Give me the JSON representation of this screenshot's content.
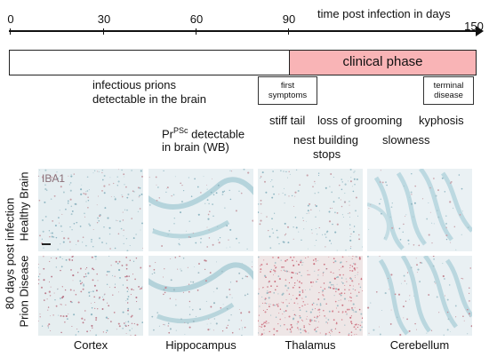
{
  "timeline": {
    "axis_title": "time post infection in days",
    "ticks": [
      "0",
      "30",
      "60",
      "90",
      "150"
    ]
  },
  "phases": {
    "clinical": "clinical phase",
    "clinical_color": "#f9b4b6"
  },
  "annotations": {
    "prions_line1": "infectious prions",
    "prions_line2": "detectable in the brain",
    "first_symptoms_line1": "first",
    "first_symptoms_line2": "symptoms",
    "terminal_line1": "terminal",
    "terminal_line2": "disease",
    "prpsc_prefix": "Pr",
    "prpsc_sup": "PSc",
    "prpsc_suffix": " detectable",
    "prpsc_line2": "in brain (WB)"
  },
  "symptoms": {
    "stiff_tail": "stiff tail",
    "grooming": "loss of grooming",
    "kyphosis": "kyphosis",
    "nest_line1": "nest building",
    "nest_line2": "stops",
    "slowness": "slowness"
  },
  "histology": {
    "stain": "IBA1",
    "side_label": "80 days post infection",
    "rows": [
      "Healthy Brain",
      "Prion Disease"
    ],
    "columns": [
      "Cortex",
      "Hippocampus",
      "Thalamus",
      "Cerebellum"
    ]
  }
}
